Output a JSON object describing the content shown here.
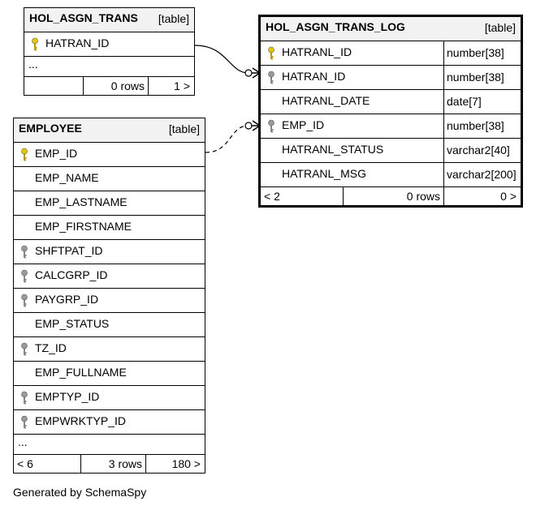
{
  "hol_asgn_trans": {
    "name": "HOL_ASGN_TRANS",
    "kind": "[table]",
    "columns": [
      {
        "name": "HATRAN_ID",
        "key": "primary"
      }
    ],
    "more": "...",
    "footer": {
      "left": "",
      "middle": "0 rows",
      "right": "1 >"
    }
  },
  "hol_asgn_trans_log": {
    "name": "HOL_ASGN_TRANS_LOG",
    "kind": "[table]",
    "columns": [
      {
        "name": "HATRANL_ID",
        "type": "number[38]",
        "key": "primary"
      },
      {
        "name": "HATRAN_ID",
        "type": "number[38]",
        "key": "foreign"
      },
      {
        "name": "HATRANL_DATE",
        "type": "date[7]",
        "key": "none"
      },
      {
        "name": "EMP_ID",
        "type": "number[38]",
        "key": "foreign"
      },
      {
        "name": "HATRANL_STATUS",
        "type": "varchar2[40]",
        "key": "none"
      },
      {
        "name": "HATRANL_MSG",
        "type": "varchar2[200]",
        "key": "none"
      }
    ],
    "footer": {
      "left": "< 2",
      "middle": "0 rows",
      "right": "0 >"
    }
  },
  "employee": {
    "name": "EMPLOYEE",
    "kind": "[table]",
    "columns": [
      {
        "name": "EMP_ID",
        "key": "primary"
      },
      {
        "name": "EMP_NAME",
        "key": "none"
      },
      {
        "name": "EMP_LASTNAME",
        "key": "none"
      },
      {
        "name": "EMP_FIRSTNAME",
        "key": "none"
      },
      {
        "name": "SHFTPAT_ID",
        "key": "foreign"
      },
      {
        "name": "CALCGRP_ID",
        "key": "foreign"
      },
      {
        "name": "PAYGRP_ID",
        "key": "foreign"
      },
      {
        "name": "EMP_STATUS",
        "key": "none"
      },
      {
        "name": "TZ_ID",
        "key": "foreign"
      },
      {
        "name": "EMP_FULLNAME",
        "key": "none"
      },
      {
        "name": "EMPTYP_ID",
        "key": "foreign"
      },
      {
        "name": "EMPWRKTYP_ID",
        "key": "foreign"
      }
    ],
    "more": "...",
    "footer": {
      "left": "< 6",
      "middle": "3 rows",
      "right": "180 >"
    }
  },
  "relationships": [
    {
      "from": "hol_asgn_trans.HATRAN_ID",
      "to": "hol_asgn_trans_log.HATRAN_ID",
      "line": "solid"
    },
    {
      "from": "employee.EMP_ID",
      "to": "hol_asgn_trans_log.EMP_ID",
      "line": "dashed"
    }
  ],
  "colors": {
    "primary_key": "#e6c800",
    "foreign_key": "#9a9a9a",
    "header_bg": "#f2f2f2"
  },
  "caption": "Generated by SchemaSpy"
}
